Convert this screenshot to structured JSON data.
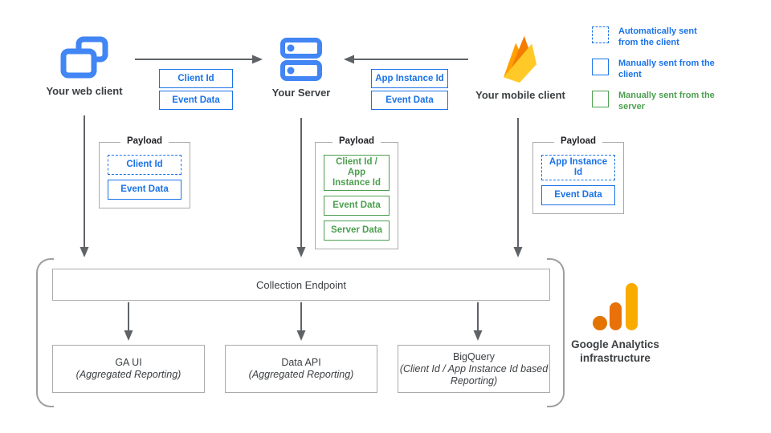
{
  "nodes": {
    "web": "Your web client",
    "server": "Your Server",
    "mobile": "Your mobile client"
  },
  "transfers": {
    "web_to_server": [
      "Client Id",
      "Event Data"
    ],
    "mobile_to_server": [
      "App Instance Id",
      "Event Data"
    ]
  },
  "payloads": {
    "web": {
      "title": "Payload",
      "items": [
        "Client Id",
        "Event Data"
      ]
    },
    "server": {
      "title": "Payload",
      "items": [
        "Client Id / App Instance Id",
        "Event Data",
        "Server Data"
      ]
    },
    "mobile": {
      "title": "Payload",
      "items": [
        "App Instance Id",
        "Event Data"
      ]
    }
  },
  "legend": [
    {
      "label": "Automatically sent from the client",
      "swatch": "dashed-blue"
    },
    {
      "label": "Manually sent from the client",
      "swatch": "solid-blue"
    },
    {
      "label": "Manually sent from the server",
      "swatch": "solid-green"
    }
  ],
  "infra": {
    "endpoint": "Collection Endpoint",
    "outputs": [
      {
        "title": "GA UI",
        "subtitle": "(Aggregated Reporting)"
      },
      {
        "title": "Data API",
        "subtitle": "(Aggregated Reporting)"
      },
      {
        "title": "BigQuery",
        "subtitle": "(Client Id / App Instance Id based Reporting)"
      }
    ],
    "brand": "Google Analytics infrastructure"
  },
  "colors": {
    "blue": "#1A73E8",
    "icon_blue": "#4285F4",
    "green": "#4C9F4F",
    "arrow_gray": "#5F6368",
    "box_border_gray": "#ABABAB",
    "text_dark": "#3C4043",
    "ga_dot": "#E37400",
    "ga_mid_bar": "#E8710A",
    "ga_tall_bar": "#F9AB00",
    "firebase_amber": "#FFA000",
    "firebase_orange": "#F57C00",
    "firebase_yellow": "#FFCA28"
  }
}
